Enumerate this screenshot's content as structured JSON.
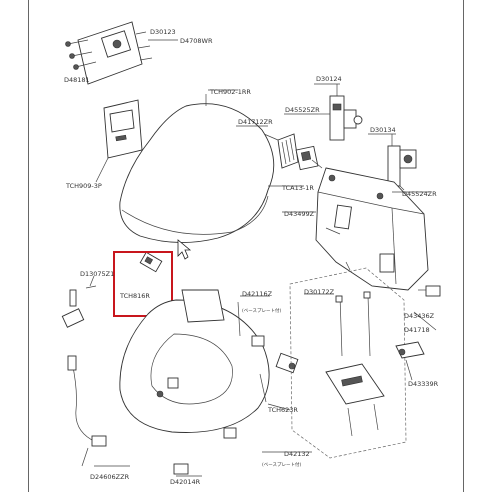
{
  "labels": {
    "d30123": "D30123",
    "d4708wr": "D4708WR",
    "d48181": "D48181",
    "tch902_1rr": "TCH902-1RR",
    "d30124": "D30124",
    "d45525zr": "D45525ZR",
    "d41712zr": "D41712ZR",
    "d30134": "D30134",
    "tch909_3p": "TCH909-3P",
    "tca13_1r": "TCA13-1R",
    "d45524zr": "D45524ZR",
    "d43499z": "D43499Z",
    "d13075z1": "D13075Z1",
    "tch816r": "TCH816R",
    "d42116z": "D42116Z",
    "d42116z_sub": "(ベースプレート付)",
    "d30172z": "D30172Z",
    "d43436z": "D43436Z",
    "d41718": "D41718",
    "d43339r": "D43339R",
    "tch623r": "TCH623R",
    "d24606zzr": "D24606ZZR",
    "d42014r": "D42014R",
    "d42132": "D42132",
    "d42132_sub": "(ベースプレート付)"
  },
  "highlight": {
    "color": "#c8161d",
    "target": "TCH816R"
  }
}
